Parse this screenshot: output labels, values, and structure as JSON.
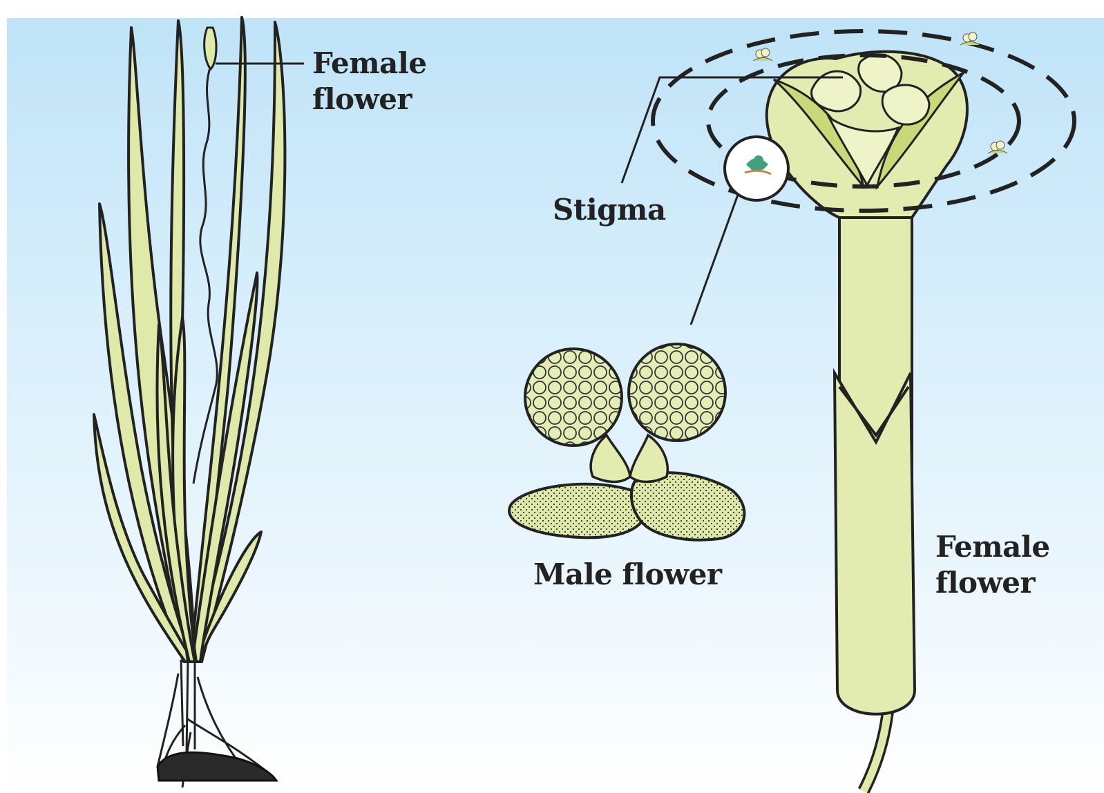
{
  "labels": {
    "female_flower_left": [
      "Female",
      "flower"
    ],
    "stigma": "Stigma",
    "male_flower": "Male flower",
    "female_flower_right": [
      "Female",
      "flower"
    ]
  },
  "colors": {
    "background_top": "#bfe3f7",
    "background_bottom": "#ffffff",
    "leaf_fill": "#dfe9a9",
    "leaf_stroke": "#222222",
    "flower_fill": "#e2ecb0",
    "text": "#222222"
  }
}
